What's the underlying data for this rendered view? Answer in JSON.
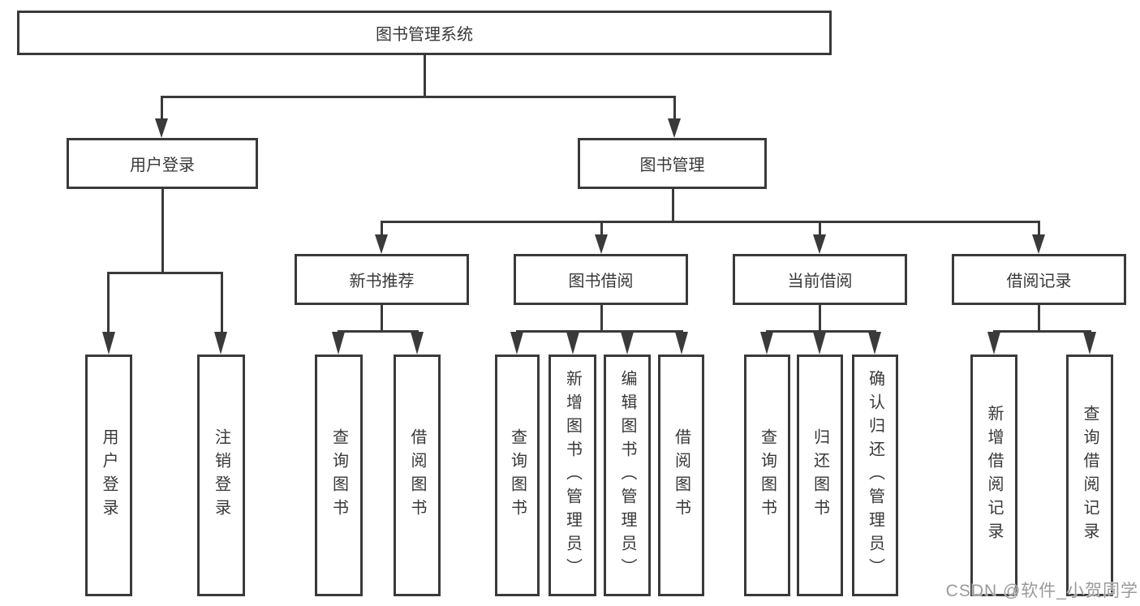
{
  "diagram": {
    "title_note": "functional structure tree",
    "colors": {
      "line": "#3a3a3a",
      "text": "#383838",
      "watermark": "#9a9a9a"
    },
    "root": {
      "label": "图书管理系统"
    },
    "level2": [
      "用户登录",
      "图书管理"
    ],
    "level3": [
      "新书推荐",
      "图书借阅",
      "当前借阅",
      "借阅记录"
    ],
    "leaves": {
      "user_login": [
        "用户登录",
        "注销登录"
      ],
      "new_books": [
        "查询图书",
        "借阅图书"
      ],
      "book_borrow": [
        "查询图书",
        "新增图书（管理员）",
        "编辑图书（管理员）",
        "借阅图书"
      ],
      "current_borrow": [
        "查询图书",
        "归还图书",
        "确认归还（管理员）"
      ],
      "borrow_records": [
        "新增借阅记录",
        "查询借阅记录"
      ]
    },
    "icons": {
      "connector_arrow": "arrow-down-icon"
    }
  },
  "watermark": {
    "text": "CSDN @软件_小贺同学"
  }
}
